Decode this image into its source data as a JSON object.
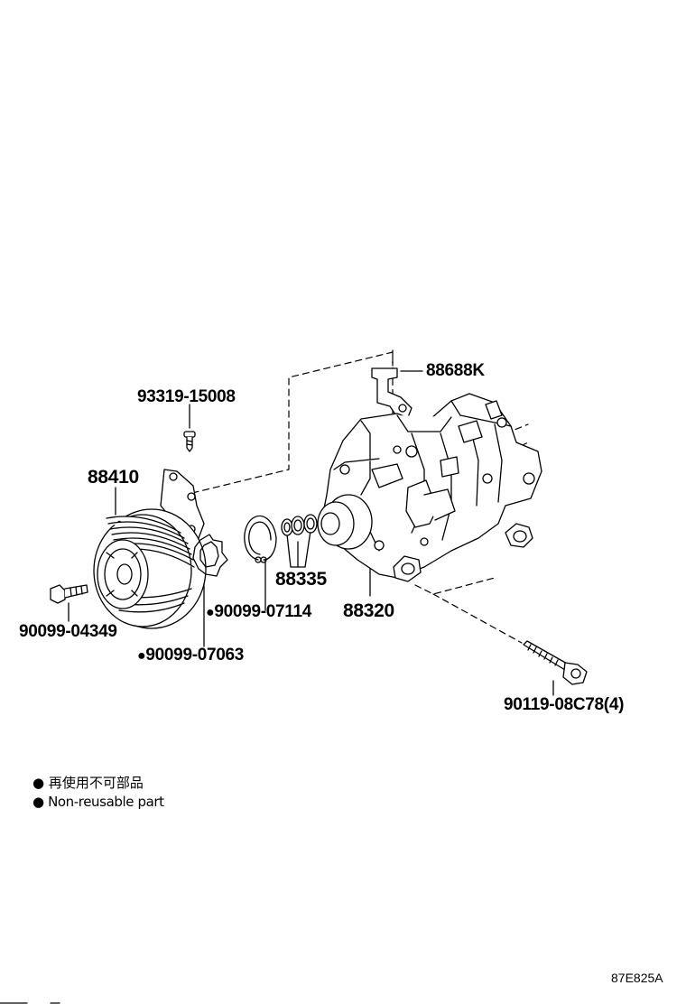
{
  "parts": {
    "p88688K": "88688K",
    "p93319": "93319-15008",
    "p88410": "88410",
    "p88335": "88335",
    "p90099_07114": "90099-07114",
    "p88320": "88320",
    "p90099_04349": "90099-04349",
    "p90099_07063": "90099-07063",
    "p90119": "90119-08C78(4)"
  },
  "non_reusable_marker": "●",
  "legend": {
    "bullet": "●",
    "line_jp": "再使用不可部品",
    "line_en": "Non-reusable part"
  },
  "reference_code": "87E825A"
}
